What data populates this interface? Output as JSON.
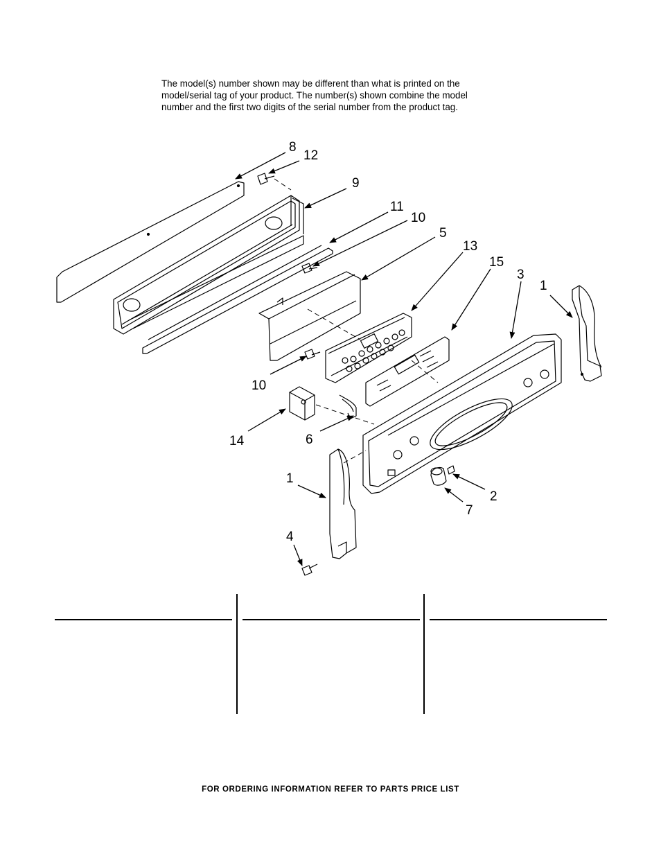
{
  "note": {
    "lines": [
      "The model(s) number shown may be different than what is printed on the",
      "model/serial tag of your product. The number(s) shown combine the model",
      "number and the first two digits of the serial number from the product tag."
    ]
  },
  "callouts": [
    "8",
    "12",
    "9",
    "11",
    "10",
    "5",
    "13",
    "15",
    "3",
    "1",
    "10",
    "14",
    "6",
    "1",
    "2",
    "7",
    "4"
  ],
  "footer": "FOR ORDERING INFORMATION REFER TO PARTS PRICE LIST"
}
